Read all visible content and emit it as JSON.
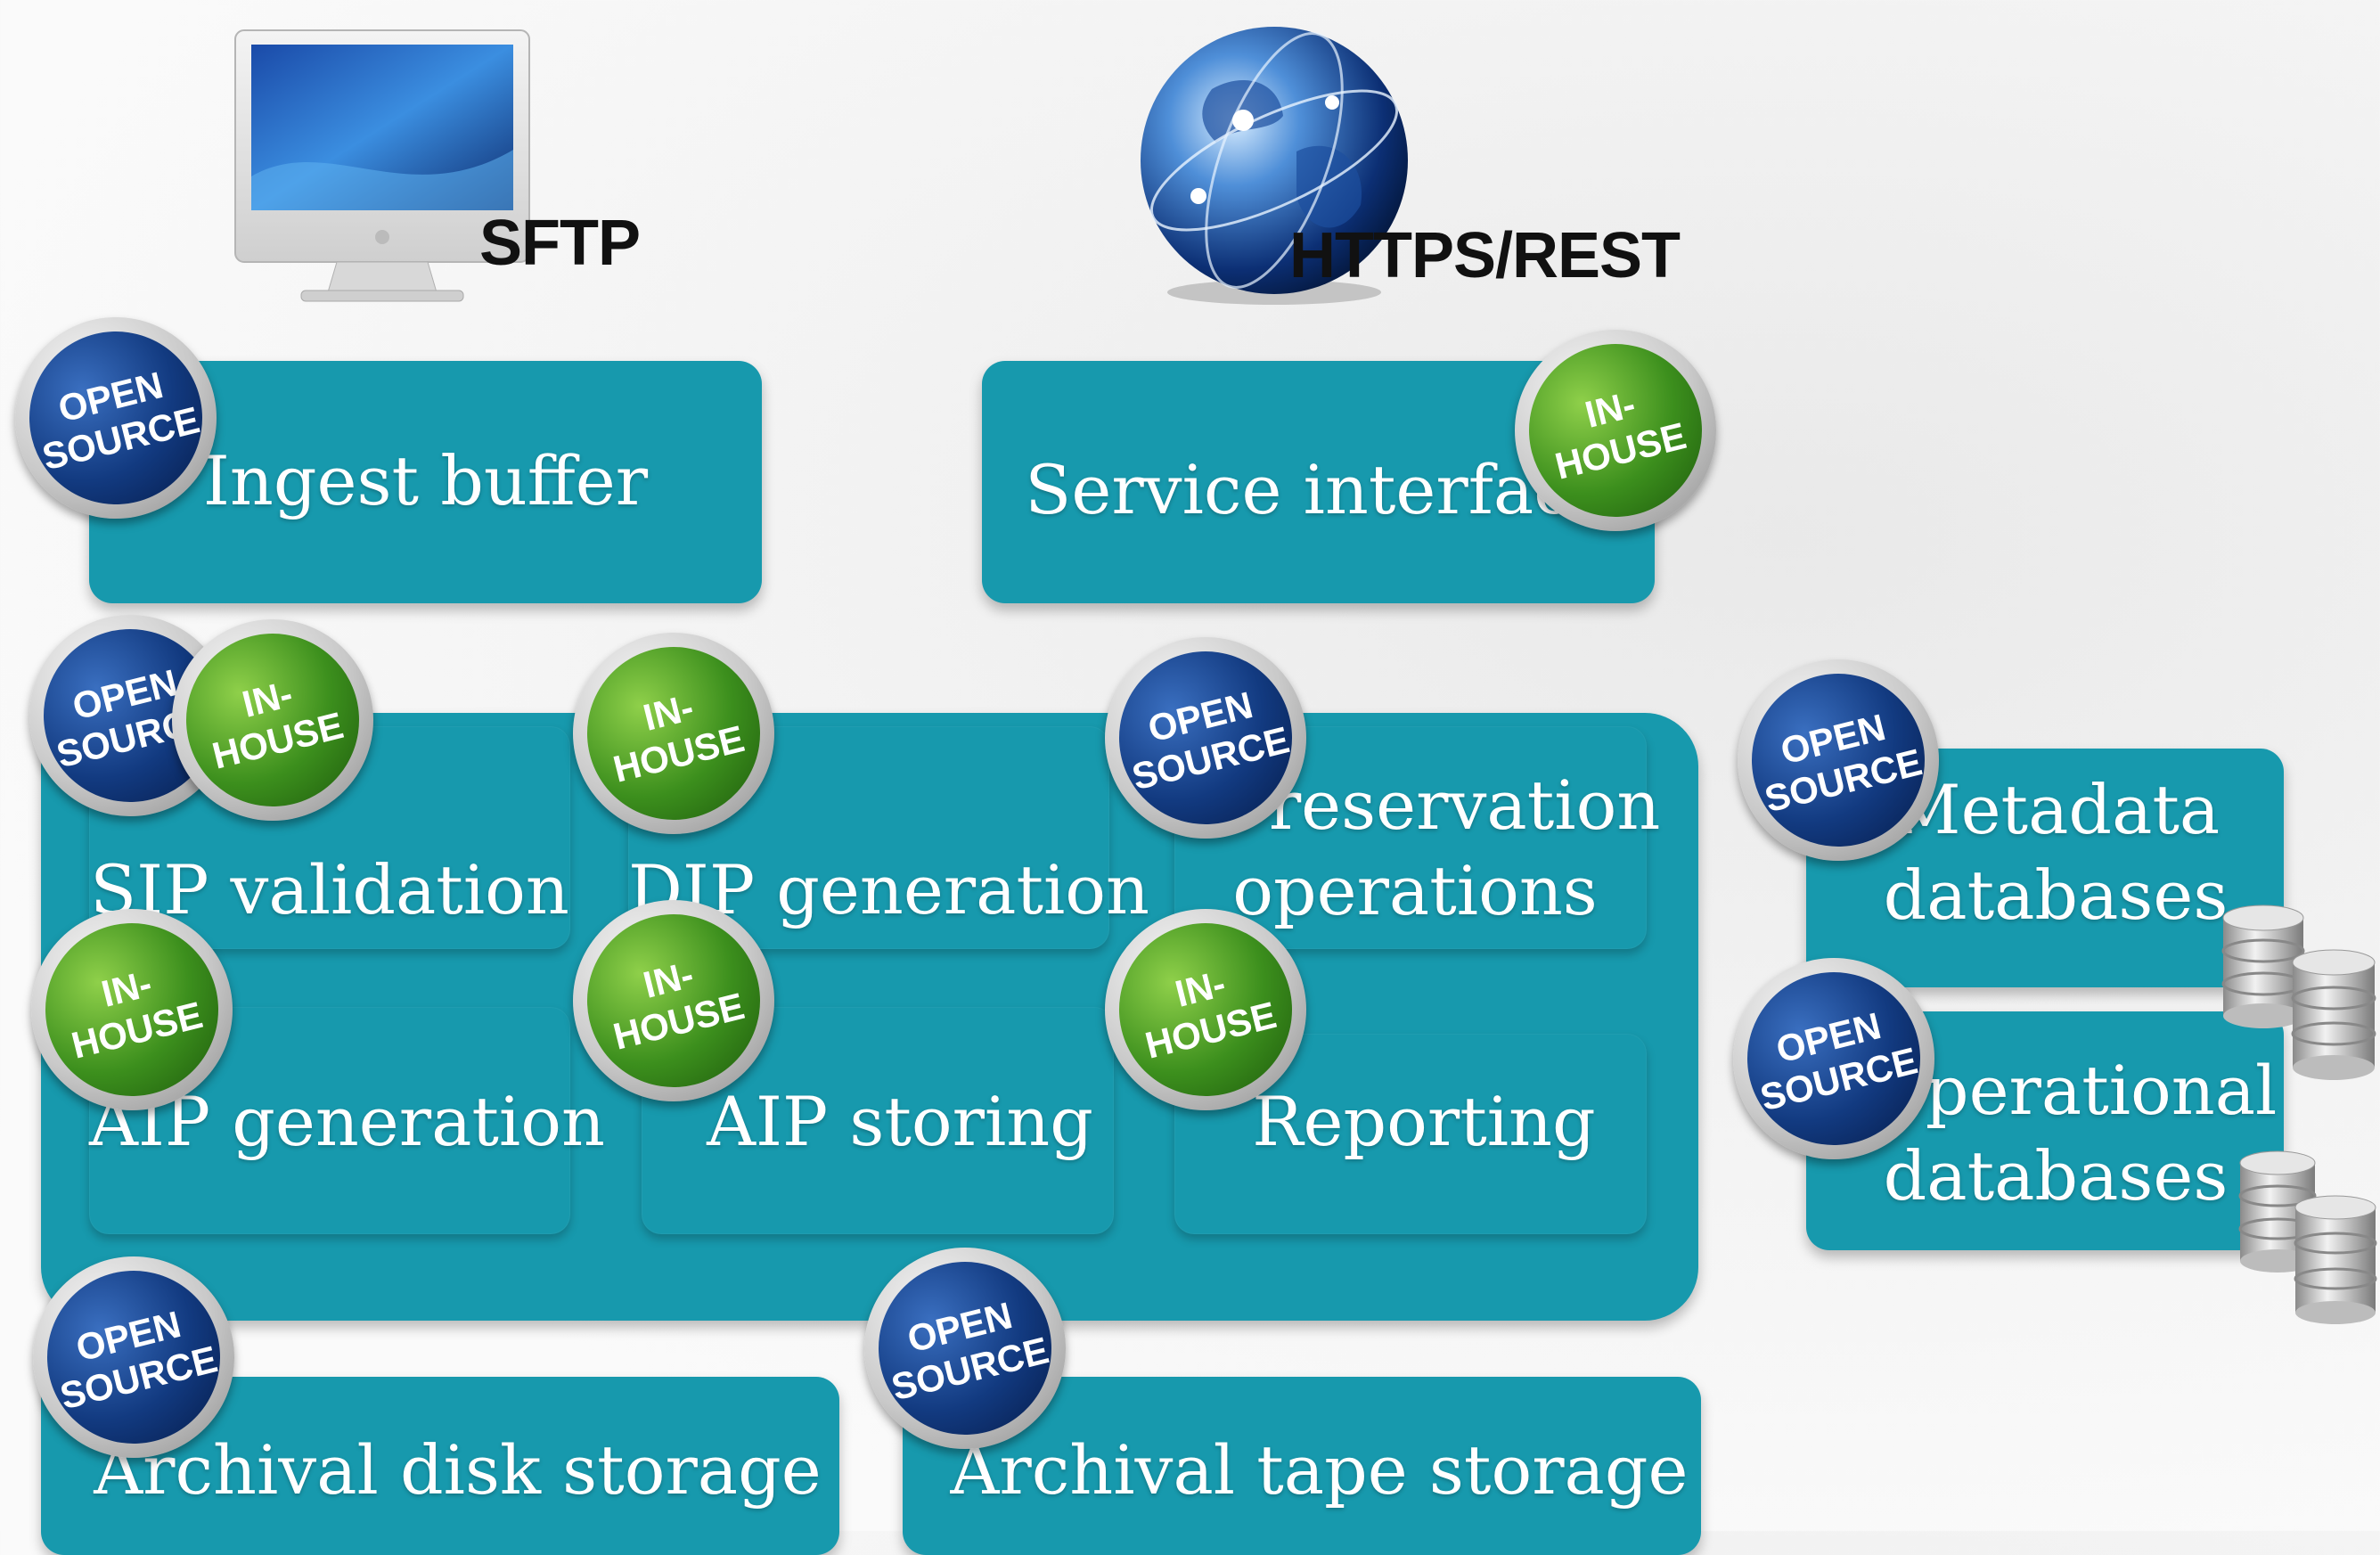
{
  "protocols": {
    "sftp": "SFTP",
    "https": "HTTPS/REST"
  },
  "badges": {
    "open_line1": "OPEN",
    "open_line2": "SOURCE",
    "in_line1": "IN-",
    "in_line2": "HOUSE"
  },
  "components": {
    "ingest_buffer": "Ingest buffer",
    "service_interface": "Service interface",
    "sip_validation": "SIP validation",
    "dip_generation": "DIP generation",
    "preservation_line1": "Preservation",
    "preservation_line2": "operations",
    "aip_generation": "AIP generation",
    "aip_storing": "AIP storing",
    "reporting": "Reporting",
    "metadata_line1": "Metadata",
    "metadata_line2": "databases",
    "operational_line1": "Operational",
    "operational_line2": "databases",
    "archival_disk": "Archival disk storage",
    "archival_tape": "Archival tape storage"
  },
  "colors": {
    "box": "#1799ad",
    "open_badge": "#123a80",
    "inhouse_badge": "#3c8f1d"
  },
  "icons": [
    "computer-monitor-icon",
    "globe-icon",
    "database-icon"
  ]
}
